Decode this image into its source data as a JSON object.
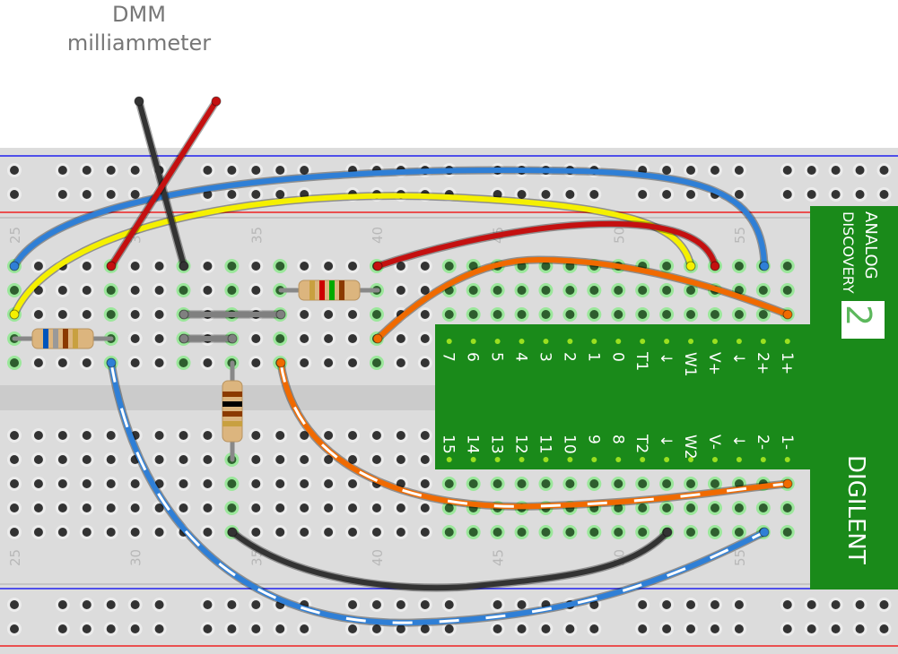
{
  "caption": {
    "line1": "DMM",
    "line2": "milliammeter"
  },
  "breadboard": {
    "column_numbers": [
      "25",
      "30",
      "35",
      "40",
      "45",
      "50",
      "55"
    ]
  },
  "analog_discovery": {
    "title_line1": "ANALOG",
    "title_line2": "DISCOVERY",
    "model": "2",
    "brand": "DIGILENT",
    "color": "#1a8a1a",
    "top_pins": [
      "7",
      "6",
      "5",
      "4",
      "3",
      "2",
      "1",
      "0",
      "T1",
      "↓",
      "W1",
      "V+",
      "↓",
      "2+",
      "1+"
    ],
    "bottom_pins": [
      "15",
      "14",
      "13",
      "12",
      "11",
      "10",
      "9",
      "8",
      "T2",
      "↓",
      "W2",
      "V-",
      "↓",
      "2-",
      "1-"
    ]
  },
  "wire_colors": {
    "blue": "#2f7fd6",
    "yellow": "#f5f000",
    "red": "#c41010",
    "black": "#333333",
    "orange": "#f06a00",
    "gray": "#808080"
  }
}
